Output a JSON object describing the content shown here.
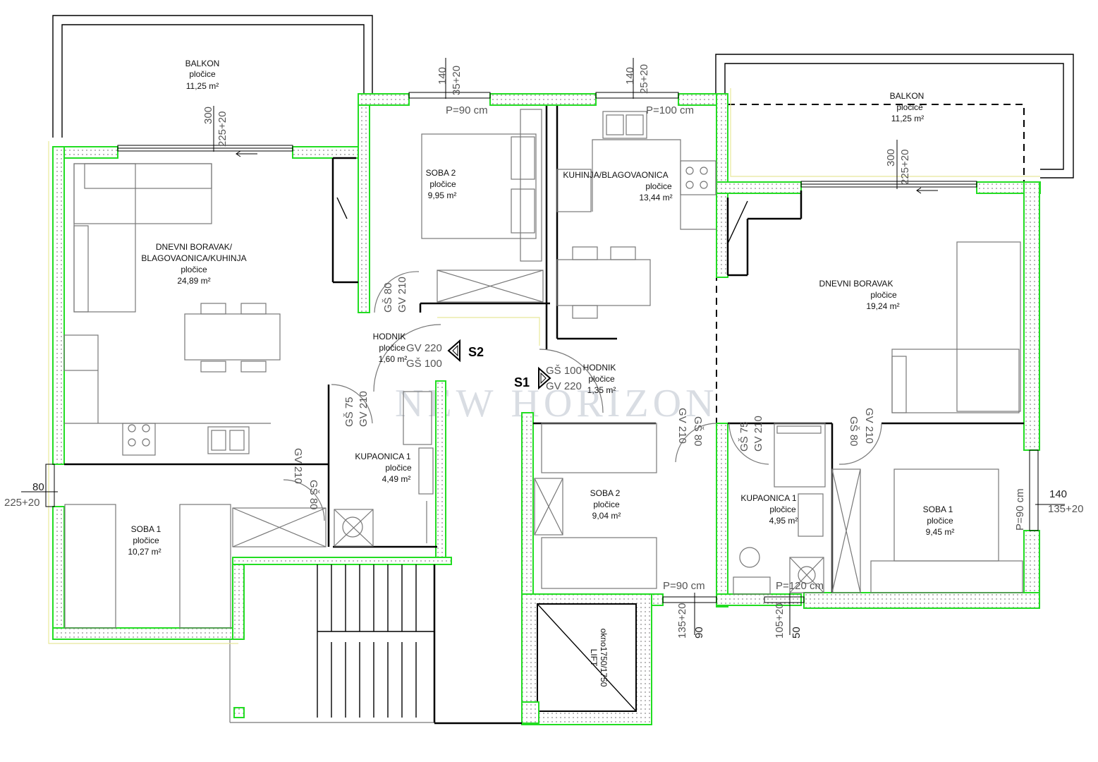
{
  "rooms": {
    "balkon_left": {
      "name": "BALKON",
      "floor": "pločice",
      "area": "11,25 m²"
    },
    "dnevni_left": {
      "name1": "DNEVNI BORAVAK/",
      "name2": "BLAGOVAONICA/KUHINJA",
      "floor": "pločice",
      "area": "24,89 m²"
    },
    "soba2_top": {
      "name": "SOBA 2",
      "floor": "pločice",
      "area": "9,95 m²"
    },
    "kuhinja": {
      "name": "KUHINJA/BLAGOVAONICA",
      "floor": "pločice",
      "area": "13,44 m²"
    },
    "balkon_right": {
      "name": "BALKON",
      "floor": "pločice",
      "area": "11,25 m²"
    },
    "dnevni_right": {
      "name": "DNEVNI BORAVAK",
      "floor": "pločice",
      "area": "19,24 m²"
    },
    "hodnik_left": {
      "name": "HODNIK",
      "floor": "pločice",
      "area": "1,60 m²"
    },
    "hodnik_right": {
      "name": "HODNIK",
      "floor": "pločice",
      "area": "1,35 m²"
    },
    "kupaonica_left": {
      "name": "KUPAONICA 1",
      "floor": "pločice",
      "area": "4,49 m²"
    },
    "soba2_mid": {
      "name": "SOBA 2",
      "floor": "pločice",
      "area": "9,04 m²"
    },
    "kupaonica_right": {
      "name": "KUPAONICA 1",
      "floor": "pločice",
      "area": "4,95 m²"
    },
    "soba1_left": {
      "name": "SOBA 1",
      "floor": "pločice",
      "area": "10,27 m²"
    },
    "soba1_right": {
      "name": "SOBA 1",
      "floor": "pločice",
      "area": "9,45 m²"
    },
    "lift": {
      "name": "LIFT",
      "size": "okno1750/1750"
    }
  },
  "dimensions": {
    "w_top1_a": "140",
    "w_top1_b": "35+20",
    "w_top1_p": "P=90 cm",
    "w_top2_a": "140",
    "w_top2_b": "25+20",
    "w_top2_p": "P=100 cm",
    "balk_left_a": "300",
    "balk_left_b": "225+20",
    "balk_right_a": "300",
    "balk_right_b": "225+20",
    "left_side_a": "80",
    "left_side_b": "225+20",
    "right_side_a": "140",
    "right_side_b": "135+20",
    "right_side_p": "P=90 cm",
    "bot1_p": "P=90 cm",
    "bot1_a": "135+20",
    "bot1_b": "90",
    "bot2_p": "P=120 cm",
    "bot2_a": "105+20",
    "bot2_b": "50",
    "door_gv210": "GV 210",
    "door_gs80": "GŠ 80",
    "door_gs75": "GŠ 75",
    "door_gv220": "GV 220",
    "door_gs100": "GŠ 100"
  },
  "sections": {
    "s1": "S1",
    "s2": "S2"
  },
  "watermark": "NEW HORIZON",
  "colors": {
    "wall_outline": "#22dd22",
    "lines": "#000000",
    "furniture": "#777777"
  }
}
